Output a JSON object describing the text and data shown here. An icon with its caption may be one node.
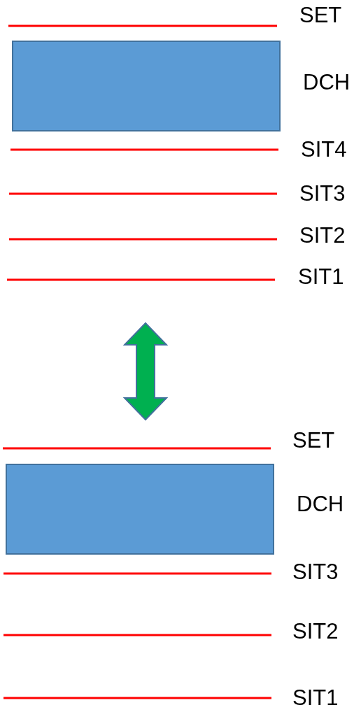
{
  "diagram": {
    "nodes": [
      {
        "text": [],
        "shape": "box",
        "beside": [
          "DCH"
        ]
      },
      {
        "text": [],
        "shape": "box",
        "beside": [
          "DCH"
        ]
      }
    ],
    "labels": [
      "SET",
      "SIT4",
      "SIT3",
      "SIT2",
      "SIT1",
      "SET",
      "SIT3",
      "SIT2",
      "SIT1"
    ]
  }
}
